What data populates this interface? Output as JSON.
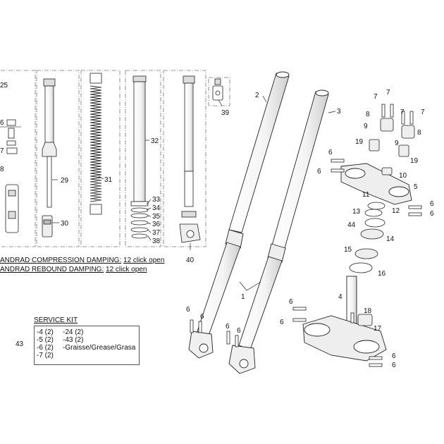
{
  "callouts": [
    "25",
    "29",
    "30",
    "31",
    "32",
    "33",
    "34",
    "35",
    "36",
    "37",
    "38",
    "39",
    "40",
    "2",
    "3",
    "1",
    "7",
    "8",
    "9",
    "19",
    "10",
    "5",
    "11",
    "12",
    "13",
    "44",
    "14",
    "15",
    "16",
    "4",
    "18",
    "17",
    "6"
  ],
  "partial_callouts": [
    "6",
    "7",
    "8"
  ],
  "notes": {
    "compression_label": "ANDRAD COMPRESSION DAMPING:",
    "compression_value": "12 click open",
    "rebound_label": "ANDRAD REBOUND DAMPING:",
    "rebound_value": "12 click open"
  },
  "service_kit": {
    "title": "SERVICE KIT",
    "ref": "43",
    "col1": [
      "-4 (2)",
      "-5 (2)",
      "-6 (2)",
      "-7 (2)"
    ],
    "col2": [
      "-24 (2)",
      "-43 (2)",
      "-Graisse/Grease/Grasa"
    ]
  },
  "colors": {
    "line": "#222222",
    "part_fill": "#ffffff",
    "shade": "#d8d8d8",
    "box": "#777777"
  }
}
